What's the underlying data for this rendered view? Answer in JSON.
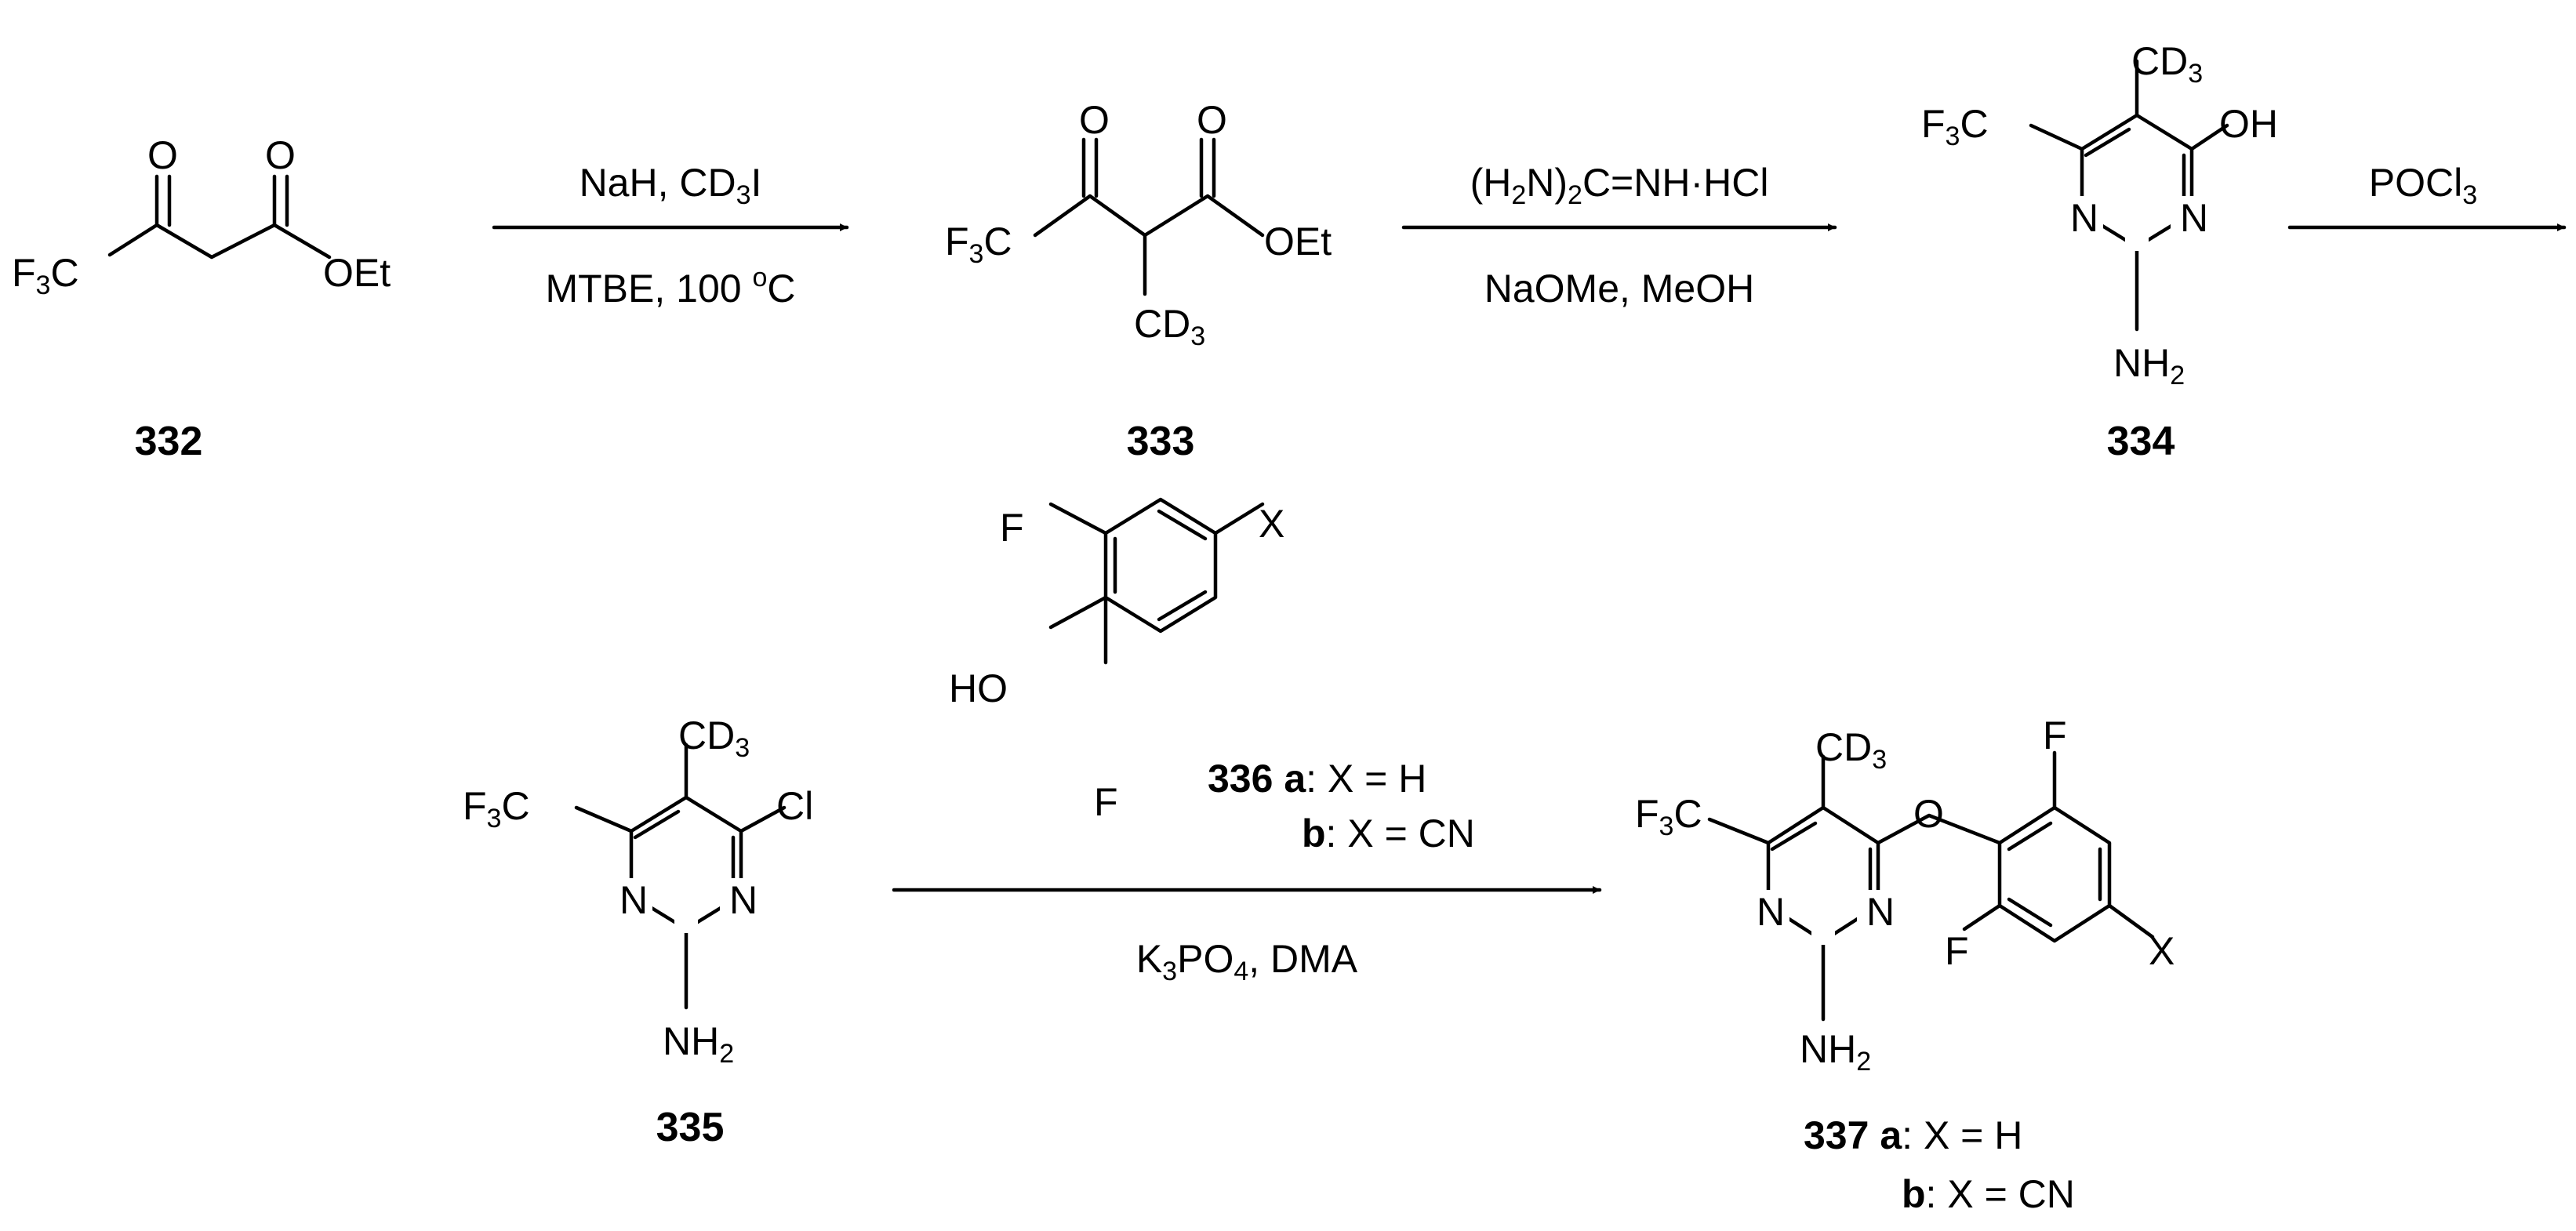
{
  "compounds": {
    "c332": {
      "id": "332"
    },
    "c333": {
      "id": "333"
    },
    "c334": {
      "id": "334"
    },
    "c335": {
      "id": "335"
    },
    "c336": {
      "id": "336",
      "variant_a_letter": "a",
      "variant_a_text": ": X = H",
      "variant_b_letter": "b",
      "variant_b_text": ": X = CN"
    },
    "c337": {
      "id": "337",
      "variant_a_letter": "a",
      "variant_a_text": ": X = H",
      "variant_b_letter": "b",
      "variant_b_text": ": X = CN"
    }
  },
  "atoms": {
    "O": "O",
    "OEt": "OEt",
    "OH": "OH",
    "HO": "HO",
    "N": "N",
    "F": "F",
    "X": "X",
    "Cl": "Cl",
    "F3C_main": "F",
    "F3C_sub": "3",
    "F3C_tail": "C",
    "CD3_main": "CD",
    "CD3_sub": "3",
    "NH2_main": "NH",
    "NH2_sub": "2"
  },
  "reagents": {
    "step1_top": {
      "a": "NaH, CD",
      "sub": "3",
      "b": "I"
    },
    "step1_bottom": {
      "a": "MTBE, 100 ",
      "sup": "o",
      "b": "C"
    },
    "step2_top": {
      "a": "(H",
      "sub1": "2",
      "b": "N)",
      "sub2": "2",
      "c": "C=NH·HCl"
    },
    "step2_bottom": "NaOMe, MeOH",
    "step3_top": {
      "a": "POCl",
      "sub": "3"
    },
    "step4_bottom": {
      "a": "K",
      "sub1": "3",
      "b": "PO",
      "sub2": "4",
      "c": ", DMA"
    }
  }
}
